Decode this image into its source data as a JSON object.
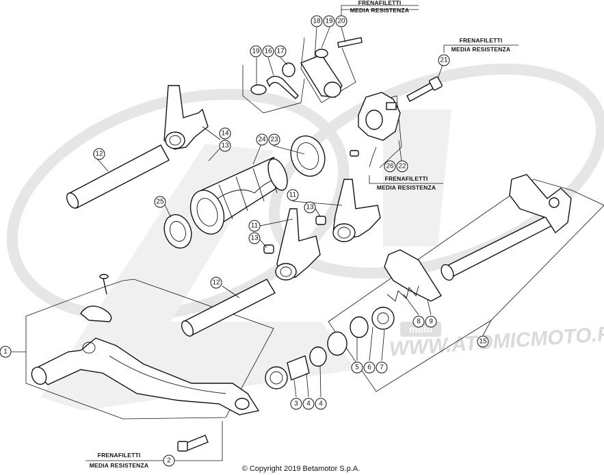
{
  "diagram": {
    "callouts": [
      {
        "id": "c1",
        "label": "1"
      },
      {
        "id": "c2",
        "label": "2"
      },
      {
        "id": "c3",
        "label": "3"
      },
      {
        "id": "c4a",
        "label": "4"
      },
      {
        "id": "c4b",
        "label": "4"
      },
      {
        "id": "c5",
        "label": "5"
      },
      {
        "id": "c6",
        "label": "6"
      },
      {
        "id": "c7",
        "label": "7"
      },
      {
        "id": "c8",
        "label": "8"
      },
      {
        "id": "c9",
        "label": "9"
      },
      {
        "id": "c11a",
        "label": "11"
      },
      {
        "id": "c11b",
        "label": "11"
      },
      {
        "id": "c12a",
        "label": "12"
      },
      {
        "id": "c12b",
        "label": "12"
      },
      {
        "id": "c13a",
        "label": "13"
      },
      {
        "id": "c13b",
        "label": "13"
      },
      {
        "id": "c13c",
        "label": "13"
      },
      {
        "id": "c14",
        "label": "14"
      },
      {
        "id": "c15",
        "label": "15"
      },
      {
        "id": "c16",
        "label": "16"
      },
      {
        "id": "c17",
        "label": "17"
      },
      {
        "id": "c18",
        "label": "18"
      },
      {
        "id": "c19a",
        "label": "19"
      },
      {
        "id": "c19b",
        "label": "19"
      },
      {
        "id": "c20",
        "label": "20"
      },
      {
        "id": "c21",
        "label": "21"
      },
      {
        "id": "c22",
        "label": "22"
      },
      {
        "id": "c23",
        "label": "23"
      },
      {
        "id": "c24",
        "label": "24"
      },
      {
        "id": "c25",
        "label": "25"
      },
      {
        "id": "c26",
        "label": "26"
      }
    ],
    "notes": [
      {
        "id": "n1",
        "line1": "FRENAFILETTI",
        "line2": "MEDIA RESISTENZA"
      },
      {
        "id": "n2",
        "line1": "FRENAFILETTI",
        "line2": "MEDIA RESISTENZA"
      },
      {
        "id": "n3",
        "line1": "FRENAFILETTI",
        "line2": "MEDIA RESISTENZA"
      },
      {
        "id": "n4",
        "line1": "FRENAFILETTI",
        "line2": "MEDIA RESISTENZA"
      }
    ],
    "copyright": "© Copyright 2019 Betamotor S.p.A.",
    "watermark": {
      "text": "WWW.ATOMICMOTO.FR",
      "badge": "moto"
    }
  }
}
